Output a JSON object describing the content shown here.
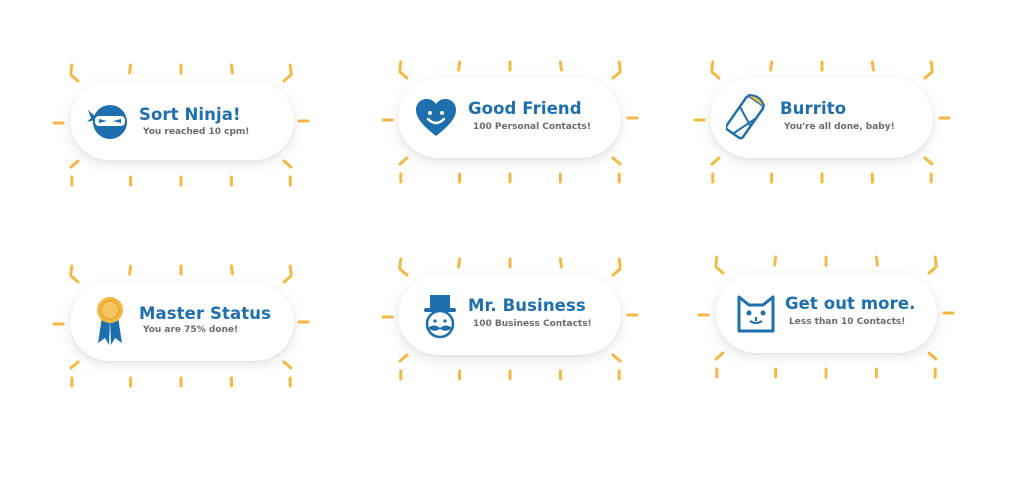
{
  "colors": {
    "title": "#1e6fae",
    "subtitle": "#6b6b6b",
    "ray": "#f5b843",
    "icon": "#1e6fae",
    "medal": "#f5b843"
  },
  "badges": [
    {
      "title": "Sort Ninja!",
      "subtitle": "You reached 10 cpm!",
      "icon": "ninja-icon"
    },
    {
      "title": "Good Friend",
      "subtitle": "100 Personal Contacts!",
      "icon": "heart-face-icon"
    },
    {
      "title": "Burrito",
      "subtitle": "You're all done, baby!",
      "icon": "burrito-icon"
    },
    {
      "title": "Master Status",
      "subtitle": "You are 75% done!",
      "icon": "medal-icon"
    },
    {
      "title": "Mr. Business",
      "subtitle": "100 Business Contacts!",
      "icon": "top-hat-man-icon"
    },
    {
      "title": "Get out more.",
      "subtitle": "Less than 10 Contacts!",
      "icon": "cat-icon"
    }
  ]
}
